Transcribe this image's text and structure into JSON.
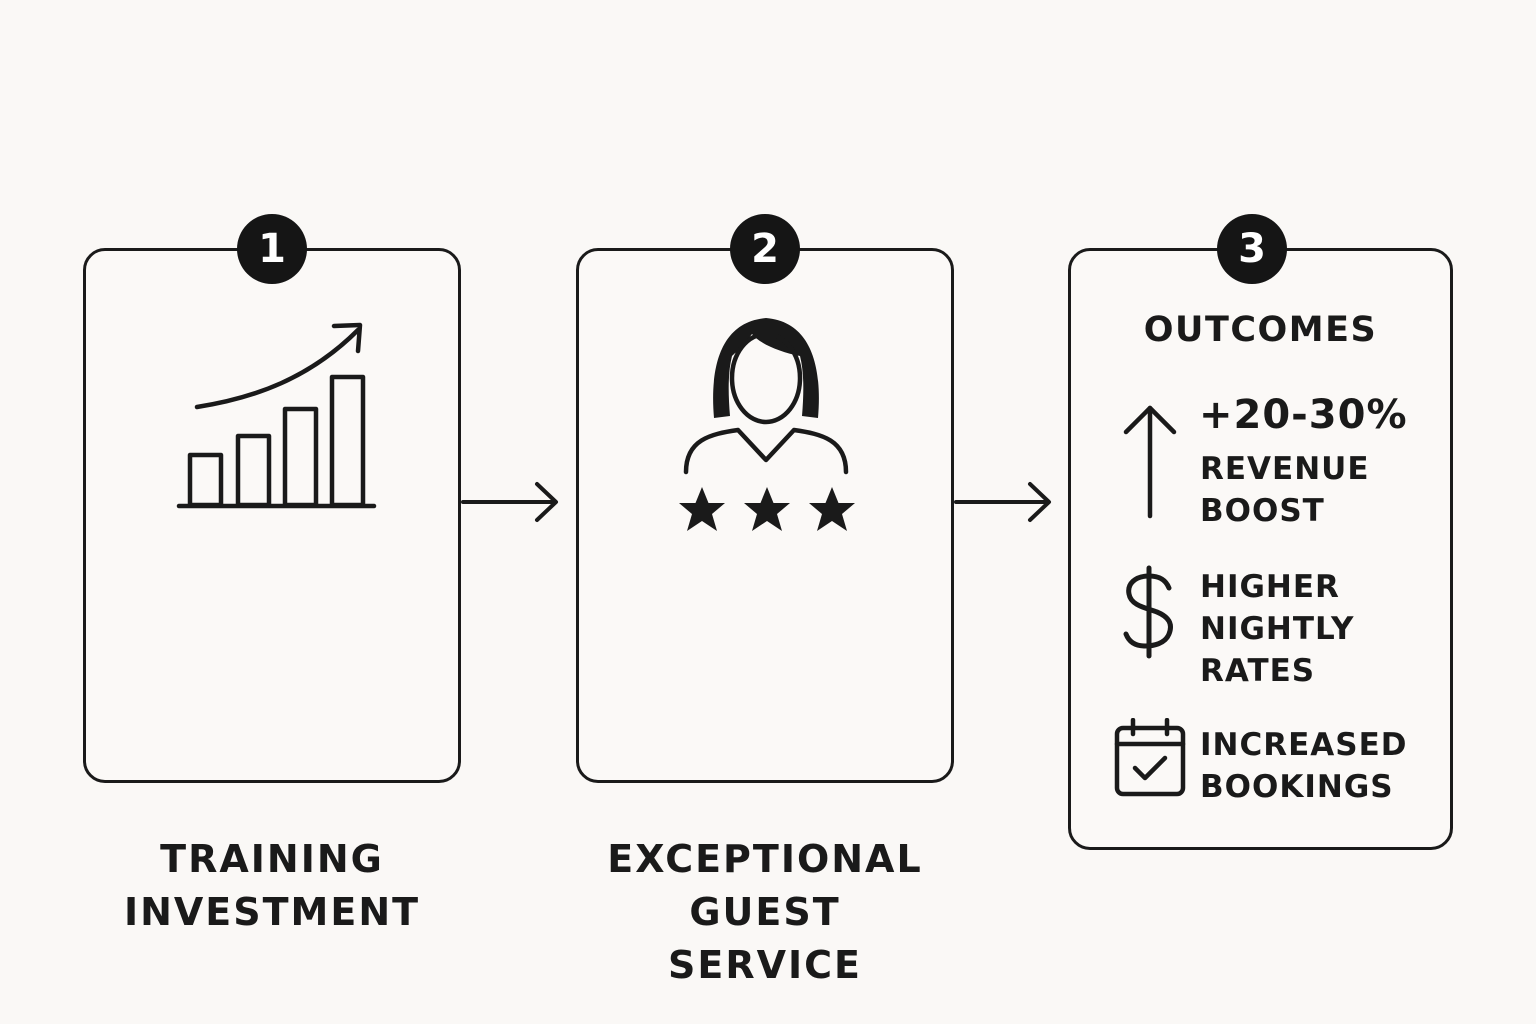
{
  "steps": [
    {
      "number": "1",
      "title": "TRAINING\nINVESTMENT",
      "icon": "growth-chart-icon"
    },
    {
      "number": "2",
      "title": "EXCEPTIONAL\nGUEST\nSERVICE",
      "icon": "person-with-stars-icon"
    },
    {
      "number": "3",
      "title": "OUTCOMES"
    }
  ],
  "outcomes": [
    {
      "value": "+20-30%",
      "label": "REVENUE\nBOOST",
      "icon": "up-arrow-icon"
    },
    {
      "label": "HIGHER\nNIGHTLY\nRATES",
      "icon": "dollar-icon"
    },
    {
      "label": "INCREASED\nBOOKINGS",
      "icon": "calendar-check-icon"
    }
  ],
  "colors": {
    "background": "#faf8f6",
    "ink": "#1a1a1a"
  }
}
